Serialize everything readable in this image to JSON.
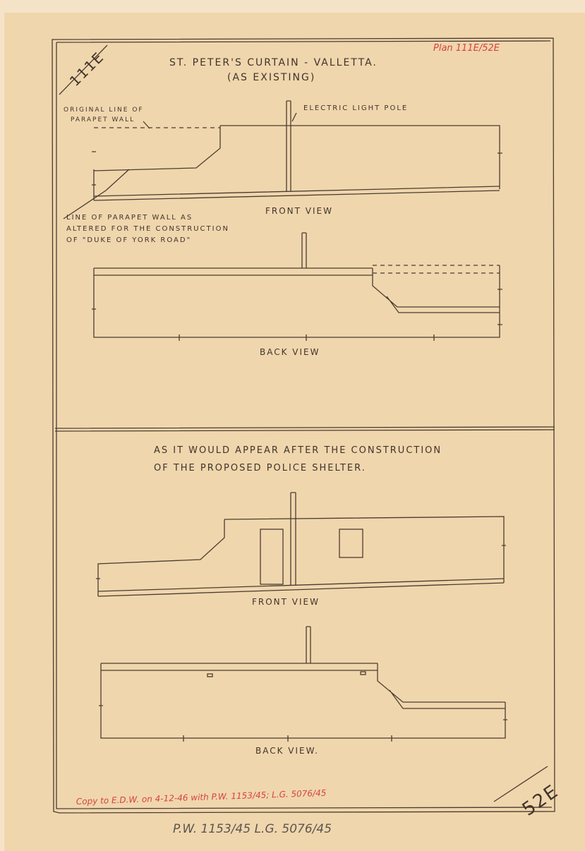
{
  "sheet": {
    "corner_top_left": "111E",
    "corner_bottom_right": "52E",
    "plan_ref": "Plan 111E/52E",
    "title_line1": "ST. PETER'S CURTAIN - VALLETTA.",
    "title_line2": "(AS EXISTING)",
    "existing": {
      "label_original_line": [
        "ORIGINAL LINE OF",
        "PARAPET WALL"
      ],
      "label_pole": "ELECTRIC LIGHT POLE",
      "label_altered": [
        "LINE OF PARAPET WALL AS",
        "ALTERED FOR THE CONSTRUCTION",
        "OF \"DUKE OF YORK ROAD\""
      ],
      "front_view": "FRONT VIEW",
      "back_view": "BACK VIEW"
    },
    "proposed": {
      "heading_line1": "AS IT WOULD APPEAR AFTER THE CONSTRUCTION",
      "heading_line2": "OF THE PROPOSED POLICE SHELTER.",
      "front_view": "FRONT VIEW",
      "back_view": "BACK VIEW."
    },
    "copy_note": "Copy to E.D.W. on 4-12-46 with P.W. 1153/45; L.G. 5076/45",
    "pencil_ref": "P.W. 1153/45   L.G. 5076/45"
  }
}
